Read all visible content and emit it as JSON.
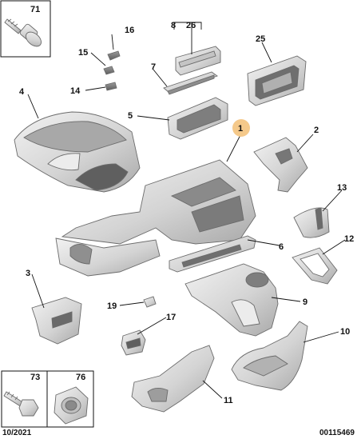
{
  "diagram": {
    "date_code": "10/2021",
    "reference_number": "00115469",
    "callouts": [
      {
        "id": "1",
        "label": "1",
        "highlighted": true
      },
      {
        "id": "2",
        "label": "2"
      },
      {
        "id": "3",
        "label": "3"
      },
      {
        "id": "4",
        "label": "4"
      },
      {
        "id": "5",
        "label": "5"
      },
      {
        "id": "6",
        "label": "6"
      },
      {
        "id": "7",
        "label": "7"
      },
      {
        "id": "8",
        "label": "8"
      },
      {
        "id": "9",
        "label": "9"
      },
      {
        "id": "10",
        "label": "10"
      },
      {
        "id": "11",
        "label": "11"
      },
      {
        "id": "12",
        "label": "12"
      },
      {
        "id": "13",
        "label": "13"
      },
      {
        "id": "14",
        "label": "14"
      },
      {
        "id": "15",
        "label": "15"
      },
      {
        "id": "16",
        "label": "16"
      },
      {
        "id": "17",
        "label": "17"
      },
      {
        "id": "19",
        "label": "19"
      },
      {
        "id": "25",
        "label": "25"
      },
      {
        "id": "26",
        "label": "26"
      }
    ],
    "inset_boxes": [
      {
        "id": "71",
        "labels": [
          "71"
        ]
      },
      {
        "id": "73-76",
        "labels": [
          "73",
          "76"
        ]
      }
    ],
    "colors": {
      "part_fill": "#d9d9d9",
      "part_fill_dark": "#9a9a9a",
      "outline": "#6b6b6b",
      "highlight": "#f5c98a",
      "text": "#111111"
    }
  }
}
